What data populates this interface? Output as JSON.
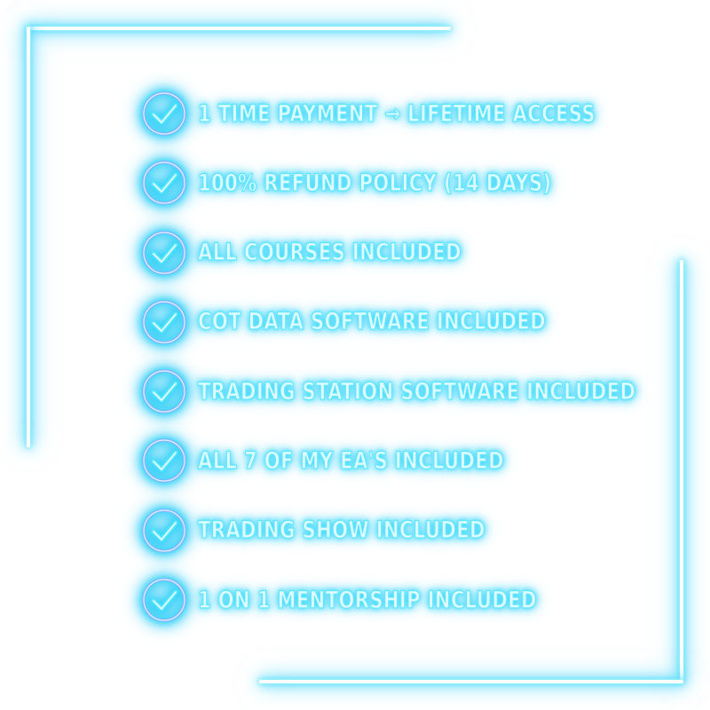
{
  "colors": {
    "neon_glow": "#19c7f5",
    "neon_core": "#ffffff",
    "text_fill": "#dffbff",
    "icon_ring": "#7fb8ff",
    "icon_check": "#5fe6ff",
    "background": "#ffffff"
  },
  "features": [
    {
      "text": "1 Time Payment → Lifetime Access",
      "icon": "check-circle-icon"
    },
    {
      "text": "100% Refund Policy (14 Days)",
      "icon": "check-circle-icon"
    },
    {
      "text": "All Courses Included",
      "icon": "check-circle-icon"
    },
    {
      "text": "COT Data Software Included",
      "icon": "check-circle-icon"
    },
    {
      "text": "Trading Station Software Included",
      "icon": "check-circle-icon"
    },
    {
      "text": "All 7 of my EA's Included",
      "icon": "check-circle-icon"
    },
    {
      "text": "Trading Show Included",
      "icon": "check-circle-icon"
    },
    {
      "text": "1 on 1 Mentorship Included",
      "icon": "check-circle-icon"
    }
  ]
}
